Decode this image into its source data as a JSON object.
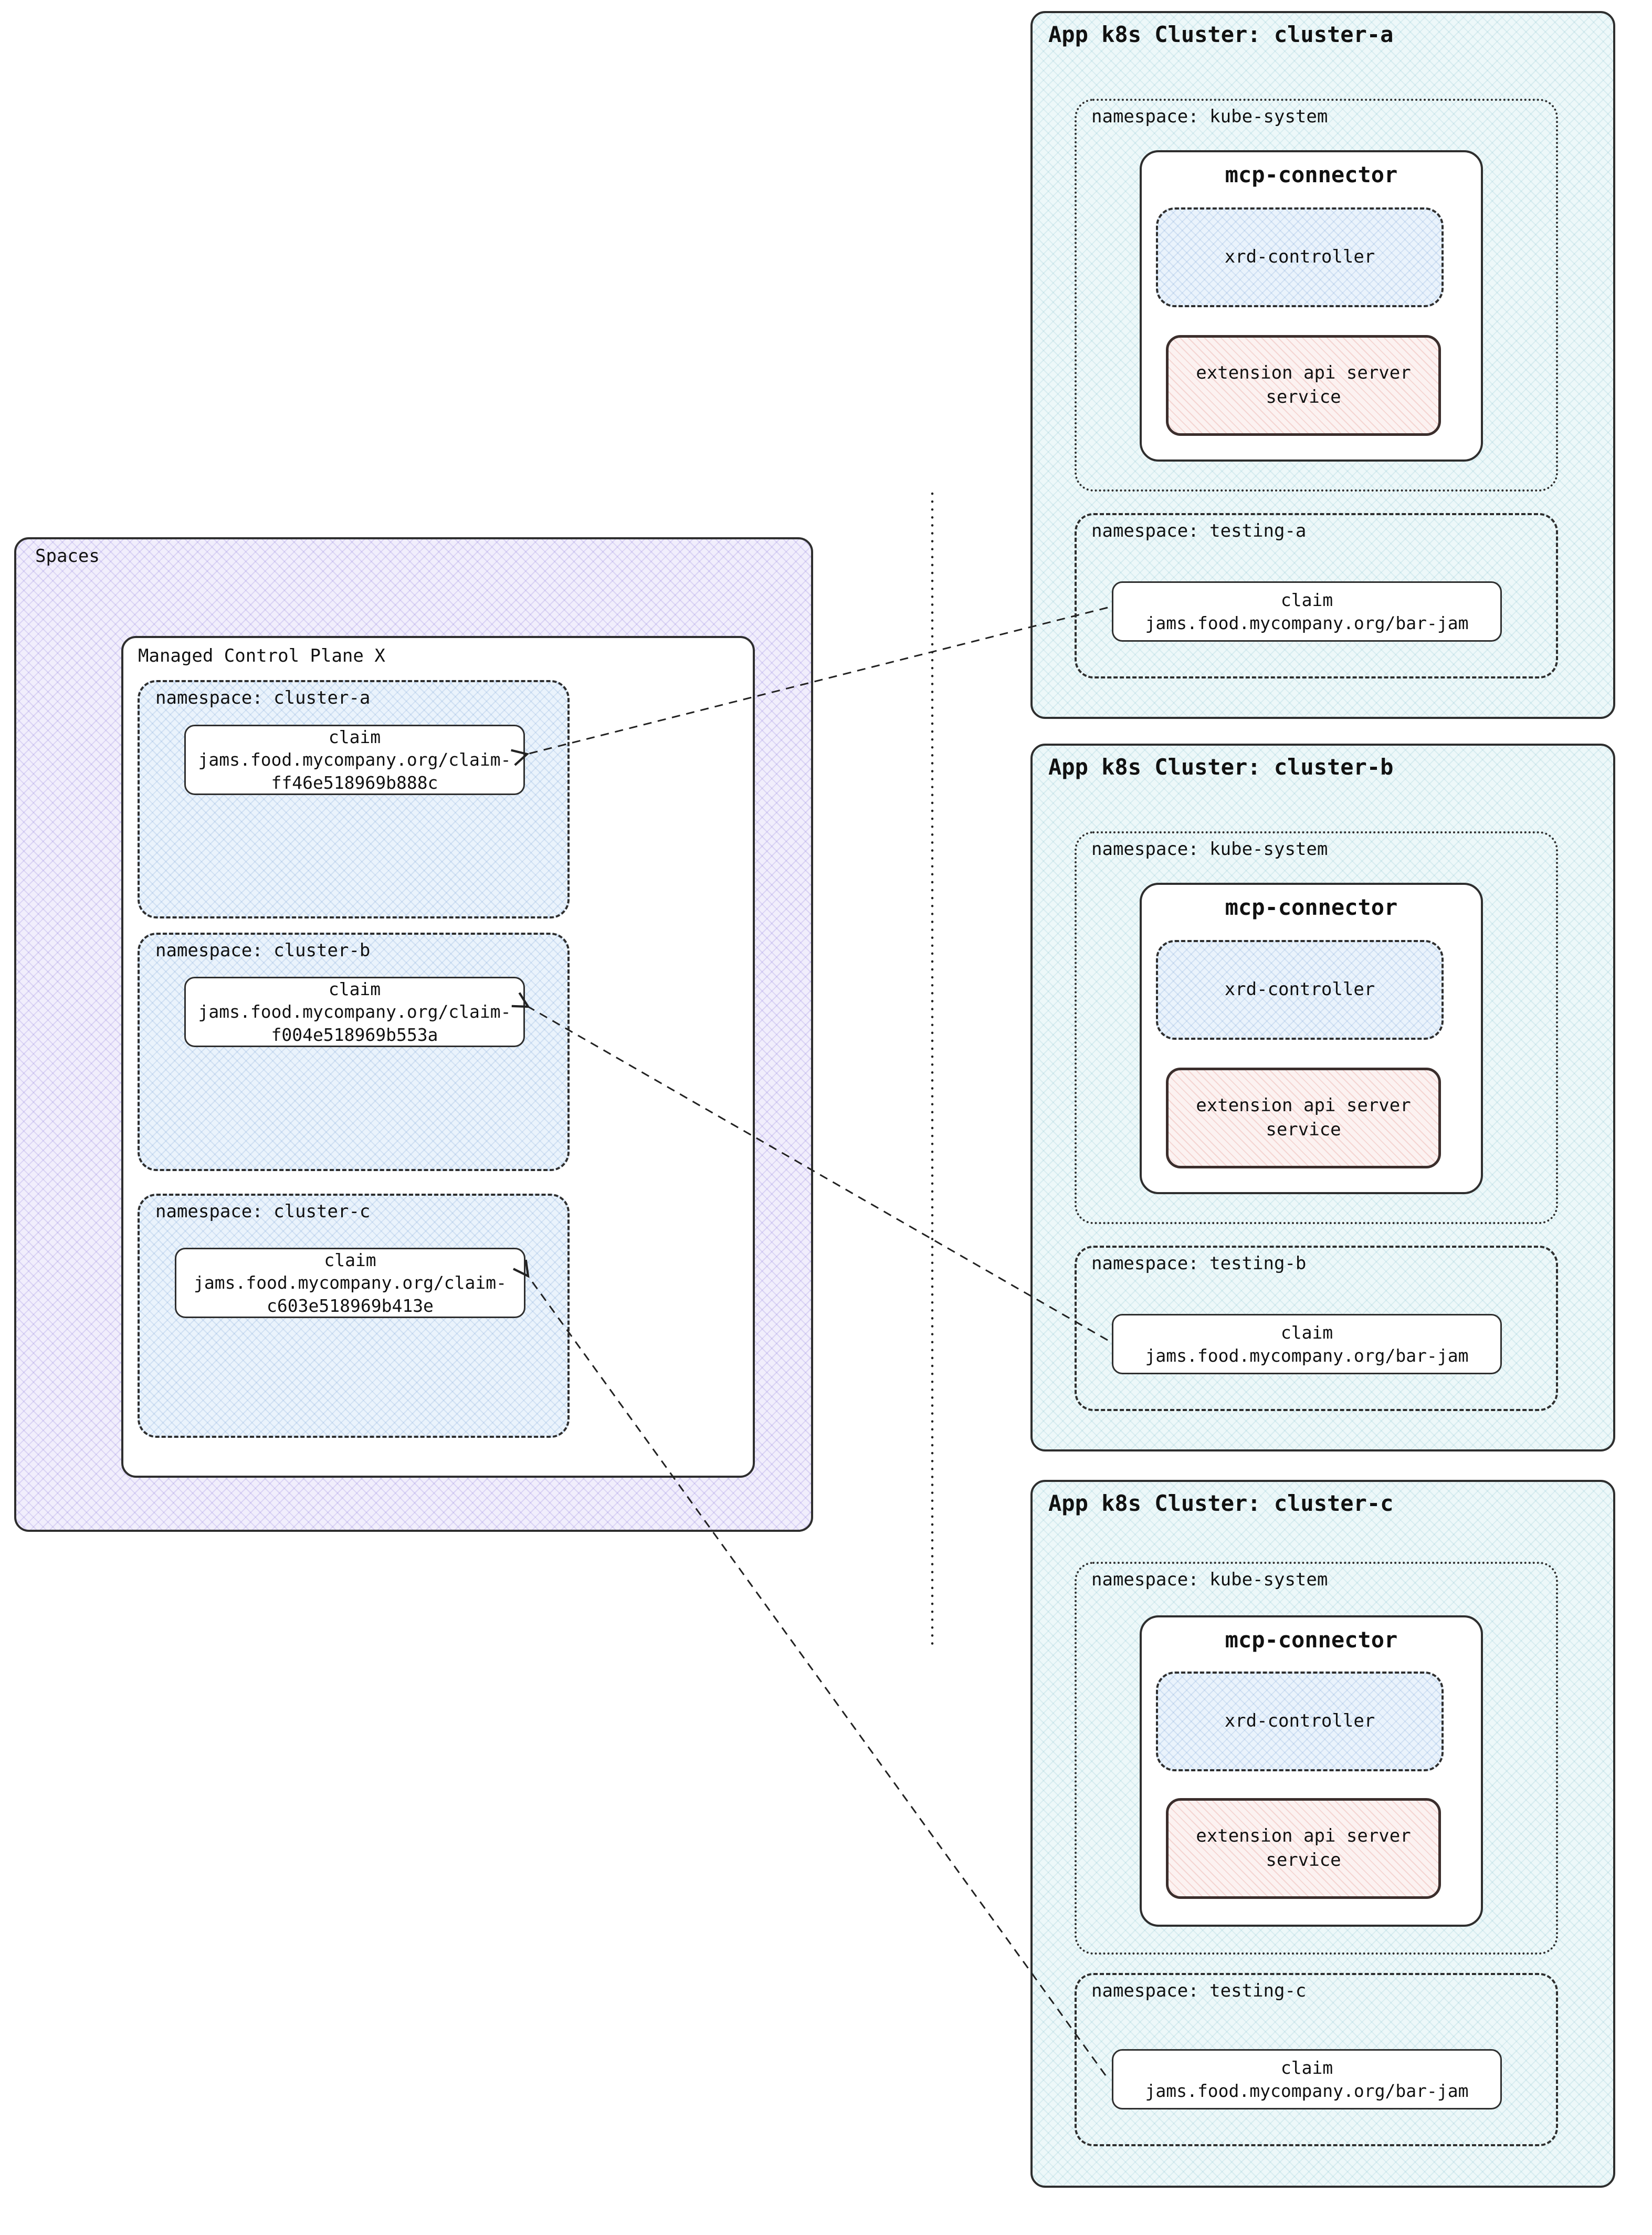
{
  "palette": {
    "spaces_bg": "#f1eefc",
    "spaces_hatch": "#7d69d7",
    "cluster_bg": "#edf8f9",
    "cluster_hatch": "#46a0b4",
    "namespace_bg": "#eaf3fc",
    "namespace_hatch": "#5082c8",
    "extension_bg": "#fcf2f1",
    "extension_hatch": "#d76e64",
    "border": "#2e2e2e",
    "extension_border": "#3b2e2c"
  },
  "spaces": {
    "label": "Spaces",
    "control_plane": {
      "label": "Managed Control Plane X",
      "namespaces": [
        {
          "label": "namespace: cluster-a",
          "claim": {
            "title": "claim",
            "line1": "jams.food.mycompany.org/claim-",
            "line2": "ff46e518969b888c"
          }
        },
        {
          "label": "namespace: cluster-b",
          "claim": {
            "title": "claim",
            "line1": "jams.food.mycompany.org/claim-",
            "line2": "f004e518969b553a"
          }
        },
        {
          "label": "namespace: cluster-c",
          "claim": {
            "title": "claim",
            "line1": "jams.food.mycompany.org/claim-",
            "line2": "c603e518969b413e"
          }
        }
      ]
    }
  },
  "clusters": [
    {
      "title": "App k8s Cluster: cluster-a",
      "kube_system": {
        "label": "namespace: kube-system",
        "mcp_connector": {
          "title": "mcp-connector",
          "xrd_controller": "xrd-controller",
          "extension_api": {
            "line1": "extension api server",
            "line2": "service"
          }
        }
      },
      "testing": {
        "label": "namespace: testing-a",
        "claim": {
          "title": "claim",
          "line": "jams.food.mycompany.org/bar-jam"
        }
      }
    },
    {
      "title": "App k8s Cluster: cluster-b",
      "kube_system": {
        "label": "namespace: kube-system",
        "mcp_connector": {
          "title": "mcp-connector",
          "xrd_controller": "xrd-controller",
          "extension_api": {
            "line1": "extension api server",
            "line2": "service"
          }
        }
      },
      "testing": {
        "label": "namespace: testing-b",
        "claim": {
          "title": "claim",
          "line": "jams.food.mycompany.org/bar-jam"
        }
      }
    },
    {
      "title": "App k8s Cluster: cluster-c",
      "kube_system": {
        "label": "namespace: kube-system",
        "mcp_connector": {
          "title": "mcp-connector",
          "xrd_controller": "xrd-controller",
          "extension_api": {
            "line1": "extension api server",
            "line2": "service"
          }
        }
      },
      "testing": {
        "label": "namespace: testing-c",
        "claim": {
          "title": "claim",
          "line": "jams.food.mycompany.org/bar-jam"
        }
      }
    }
  ],
  "connections": [
    {
      "from": "cluster-a / namespace testing-a / claim",
      "to": "Managed Control Plane X / namespace cluster-a / claim",
      "style": "dashed-arrow"
    },
    {
      "from": "cluster-b / namespace testing-b / claim",
      "to": "Managed Control Plane X / namespace cluster-b / claim",
      "style": "dashed-arrow"
    },
    {
      "from": "cluster-c / namespace testing-c / claim",
      "to": "Managed Control Plane X / namespace cluster-c / claim",
      "style": "dashed-arrow"
    }
  ],
  "separator": {
    "style": "vertical-dotted-line"
  }
}
